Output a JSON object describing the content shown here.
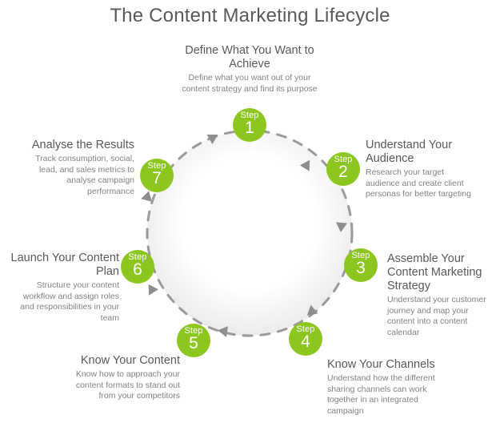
{
  "title": "The Content Marketing Lifecycle",
  "colors": {
    "accent_green": "#8cc61f",
    "heading_grey": "#58595b",
    "body_grey": "#808285",
    "ring_grey": "#9a9a9a",
    "background": "#ffffff"
  },
  "diagram": {
    "type": "cycle",
    "direction": "clockwise",
    "step_word": "Step",
    "steps": [
      {
        "number": "1",
        "heading": "Define What You Want to Achieve",
        "body": "Define what you want out of your content strategy and find its purpose",
        "align": "center"
      },
      {
        "number": "2",
        "heading": "Understand Your Audience",
        "body": "Research your target audience and create client personas for better targeting",
        "align": "left"
      },
      {
        "number": "3",
        "heading": "Assemble Your Content Marketing Strategy",
        "body": "Understand your customer journey and map your content into a content calendar",
        "align": "left"
      },
      {
        "number": "4",
        "heading": "Know Your Channels",
        "body": "Understand how the different sharing channels can work together in an integrated campaign",
        "align": "left"
      },
      {
        "number": "5",
        "heading": "Know Your Content",
        "body": "Know how to approach your content formats to stand out from your competitors",
        "align": "right"
      },
      {
        "number": "6",
        "heading": "Launch Your Content Plan",
        "body": "Structure your content workflow and assign roles and responsibilities in your team",
        "align": "right"
      },
      {
        "number": "7",
        "heading": "Analyse the Results",
        "body": "Track consumption, social, lead, and sales metrics to analyse campaign performance",
        "align": "right"
      }
    ]
  }
}
